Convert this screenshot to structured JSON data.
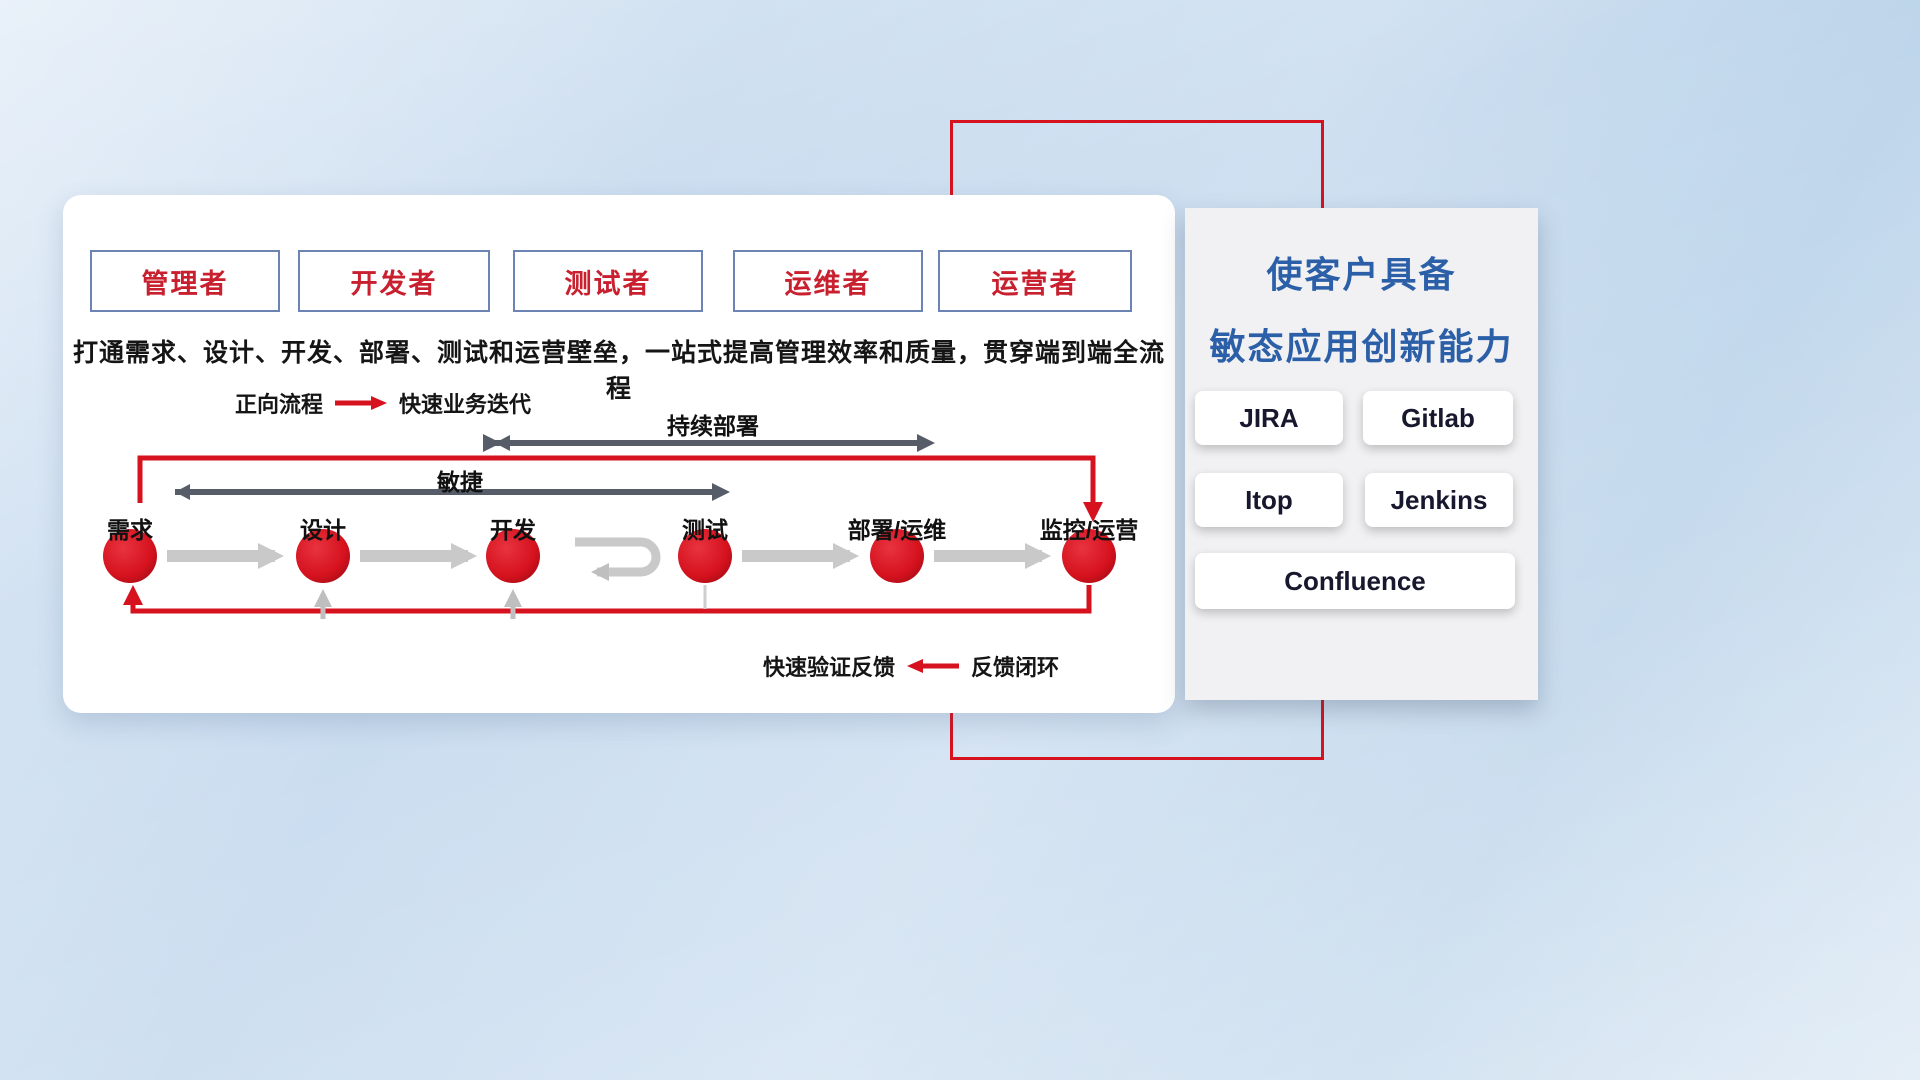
{
  "roles": [
    "管理者",
    "开发者",
    "测试者",
    "运维者",
    "运营者"
  ],
  "description": "打通需求、设计、开发、部署、测试和运营壁垒，一站式提高管理效率和质量，贯穿端到端全流程",
  "forward_legend": {
    "label": "正向流程",
    "value": "快速业务迭代"
  },
  "span_arrows": {
    "agile": "敏捷",
    "continuous_deploy": "持续部署"
  },
  "flow_nodes": [
    "需求",
    "设计",
    "开发",
    "测试",
    "部署/运维",
    "监控/运营"
  ],
  "feedback_legend": {
    "label": "快速验证反馈",
    "value": "反馈闭环"
  },
  "right_panel": {
    "title_line1": "使客户具备",
    "title_line2": "敏态应用创新能力",
    "tools": [
      "JIRA",
      "Gitlab",
      "Itop",
      "Jenkins",
      "Confluence"
    ]
  },
  "colors": {
    "accent_red": "#d5121e",
    "title_blue": "#2b5fa8",
    "role_text_red": "#c8202f",
    "span_arrow_gray": "#565d68",
    "flow_arrow_gray": "#c9c9c9"
  }
}
